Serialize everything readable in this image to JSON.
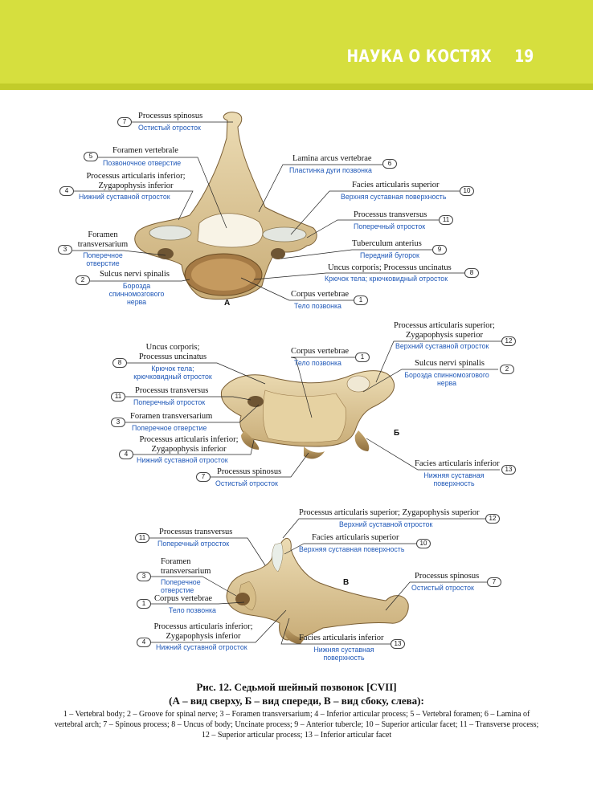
{
  "header": {
    "title": "НАУКА О КОСТЯХ",
    "page_number": "19"
  },
  "figure": {
    "title_line1": "Рис. 12. Седьмой шейный позвонок [CVII]",
    "title_line2": "(А – вид сверху, Б – вид спереди, В – вид сбоку, слева):",
    "legend": "1 – Vertebral body; 2 – Groove for spinal nerve; 3 – Foramen transversarium; 4 – Inferior articular process; 5 – Vertebral foramen; 6 – Lamina of vertebral arch; 7 – Spinous process; 8 – Uncus of body; Uncinate process; 9 – Anterior tubercle; 10 – Superior articular facet; 11 – Transverse process; 12 – Superior articular process; 13 – Inferior articular facet"
  },
  "views": {
    "A": {
      "letter": "А",
      "labels": [
        {
          "n": "7",
          "la": "Processus spinosus",
          "ru": "Остистый отросток"
        },
        {
          "n": "5",
          "la": "Foramen vertebrale",
          "ru": "Позвоночное отверстие"
        },
        {
          "n": "4",
          "la1": "Processus articularis inferior;",
          "la2": "Zygapophysis inferior",
          "ru": "Нижний суставной отросток"
        },
        {
          "n": "3",
          "la1": "Foramen",
          "la2": "transversarium",
          "ru1": "Поперечное",
          "ru2": "отверстие"
        },
        {
          "n": "2",
          "la": "Sulcus nervi spinalis",
          "ru1": "Борозда",
          "ru2": "спинномозгового",
          "ru3": "нерва"
        },
        {
          "n": "6",
          "la": "Lamina arcus vertebrae",
          "ru": "Пластинка дуги позвонка"
        },
        {
          "n": "10",
          "la": "Facies articularis superior",
          "ru": "Верхняя суставная поверхность"
        },
        {
          "n": "11",
          "la": "Processus transversus",
          "ru": "Поперечный отросток"
        },
        {
          "n": "9",
          "la": "Tuberculum anterius",
          "ru": "Передний бугорок"
        },
        {
          "n": "8",
          "la": "Uncus corporis; Processus uncinatus",
          "ru": "Крючок тела; крючковидный отросток"
        },
        {
          "n": "1",
          "la": "Corpus vertebrae",
          "ru": "Тело позвонка"
        }
      ]
    },
    "B": {
      "letter": "Б",
      "labels": [
        {
          "n": "8",
          "la1": "Uncus corporis;",
          "la2": "Processus uncinatus",
          "ru1": "Крючок тела;",
          "ru2": "крючковидный отросток"
        },
        {
          "n": "11",
          "la": "Processus transversus",
          "ru": "Поперечный отросток"
        },
        {
          "n": "3",
          "la": "Foramen transversarium",
          "ru": "Поперечное отверстие"
        },
        {
          "n": "4",
          "la1": "Processus articularis inferior;",
          "la2": "Zygapophysis inferior",
          "ru": "Нижний суставной отросток"
        },
        {
          "n": "7",
          "la": "Processus spinosus",
          "ru": "Остистый отросток"
        },
        {
          "n": "1",
          "la": "Corpus vertebrae",
          "ru": "Тело позвонка"
        },
        {
          "n": "12",
          "la1": "Processus articularis superior;",
          "la2": "Zygapophysis superior",
          "ru": "Верхний суставной отросток"
        },
        {
          "n": "2",
          "la": "Sulcus nervi spinalis",
          "ru1": "Борозда спинномозгового",
          "ru2": "нерва"
        },
        {
          "n": "13",
          "la": "Facies articularis inferior",
          "ru1": "Нижняя суставная",
          "ru2": "поверхность"
        }
      ]
    },
    "C": {
      "letter": "В",
      "labels": [
        {
          "n": "11",
          "la": "Processus transversus",
          "ru": "Поперечный отросток"
        },
        {
          "n": "3",
          "la1": "Foramen",
          "la2": "transversarium",
          "ru1": "Поперечное",
          "ru2": "отверстие"
        },
        {
          "n": "1",
          "la": "Corpus vertebrae",
          "ru": "Тело позвонка"
        },
        {
          "n": "4",
          "la1": "Processus articularis inferior;",
          "la2": "Zygapophysis inferior",
          "ru": "Нижний суставной отросток"
        },
        {
          "n": "12",
          "la": "Processus articularis superior; Zygapophysis superior",
          "ru": "Верхний суставной отросток"
        },
        {
          "n": "10",
          "la": "Facies articularis superior",
          "ru": "Верхняя суставная поверхность"
        },
        {
          "n": "7",
          "la": "Processus spinosus",
          "ru": "Остистый отросток"
        },
        {
          "n": "13",
          "la": "Facies articularis inferior",
          "ru1": "Нижняя суставная",
          "ru2": "поверхность"
        }
      ]
    }
  }
}
